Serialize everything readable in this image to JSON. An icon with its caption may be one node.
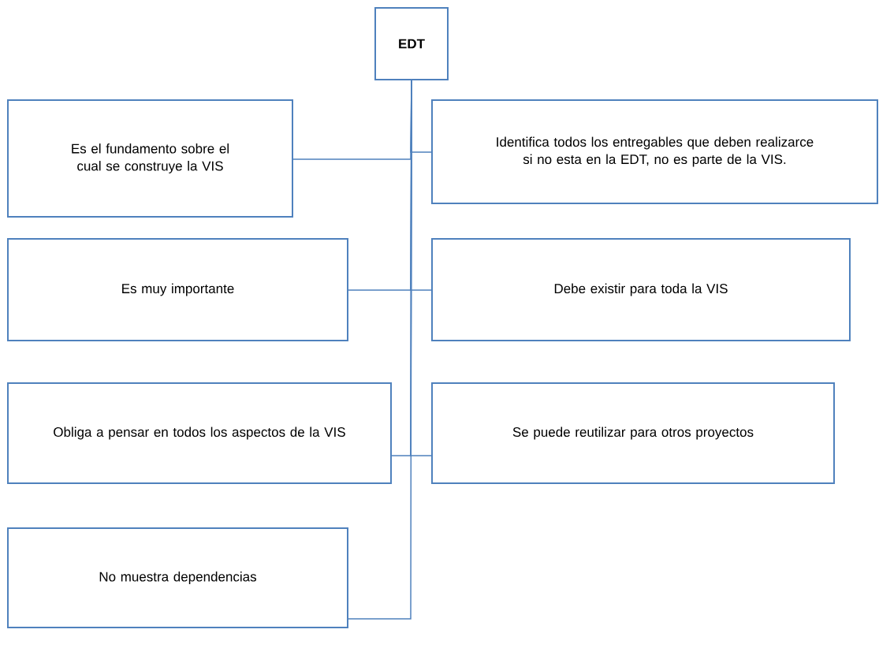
{
  "diagram": {
    "nodes": [
      {
        "text": [
          "**EDT**"
        ]
      },
      {
        "text": [
          "Es el fundamento sobre el cual se construye la VIS"
        ]
      },
      {
        "text": [
          "Identifica todos los entregables que deben realizarce si no esta en la EDT, no es parte de la VIS."
        ]
      },
      {
        "text": [
          "Es muy importante"
        ]
      },
      {
        "text": [
          "Debe existir para toda la VIS"
        ]
      },
      {
        "text": [
          "Obliga a pensar en todos los aspectos de la VIS"
        ]
      },
      {
        "text": [
          "Se puede reutilizar para otros proyectos"
        ]
      },
      {
        "text": [
          "No muestra dependencias"
        ]
      }
    ],
    "edges": [
      {
        "from": 0,
        "to": 1,
        "arrow": "none"
      },
      {
        "from": 0,
        "to": 2,
        "arrow": "none"
      },
      {
        "from": 0,
        "to": 3,
        "arrow": "none"
      },
      {
        "from": 0,
        "to": 4,
        "arrow": "none"
      },
      {
        "from": 0,
        "to": 5,
        "arrow": "none"
      },
      {
        "from": 0,
        "to": 6,
        "arrow": "none"
      },
      {
        "from": 0,
        "to": 7,
        "arrow": "none"
      }
    ]
  }
}
